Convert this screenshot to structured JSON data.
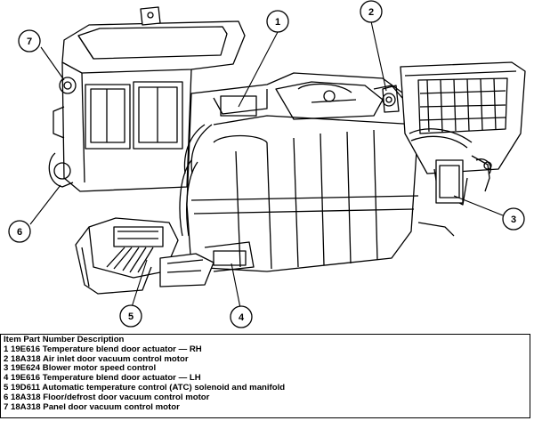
{
  "legend": {
    "header": "Item Part Number Description",
    "items": [
      {
        "num": "1",
        "part": "19E616",
        "desc": "Temperature blend door actuator — RH"
      },
      {
        "num": "2",
        "part": "18A318",
        "desc": "Air inlet door vacuum control motor"
      },
      {
        "num": "3",
        "part": "19E624",
        "desc": "Blower motor speed control"
      },
      {
        "num": "4",
        "part": "19E616",
        "desc": "Temperature blend door actuator — LH"
      },
      {
        "num": "5",
        "part": "19D611",
        "desc": "Automatic temperature control (ATC) solenoid and manifold"
      },
      {
        "num": "6",
        "part": "18A318",
        "desc": "Floor/defrost door vacuum control motor"
      },
      {
        "num": "7",
        "part": "18A318",
        "desc": "Panel door vacuum control motor"
      }
    ]
  },
  "callouts": [
    "1",
    "2",
    "3",
    "4",
    "5",
    "6",
    "7"
  ]
}
